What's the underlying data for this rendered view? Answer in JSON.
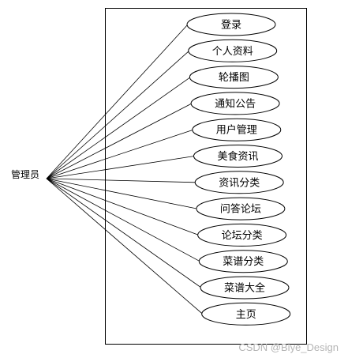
{
  "actor": {
    "label": "管理员"
  },
  "use_cases": [
    {
      "label": "登录"
    },
    {
      "label": "个人资料"
    },
    {
      "label": "轮播图"
    },
    {
      "label": "通知公告"
    },
    {
      "label": "用户管理"
    },
    {
      "label": "美食资讯"
    },
    {
      "label": "资讯分类"
    },
    {
      "label": "问答论坛"
    },
    {
      "label": "论坛分类"
    },
    {
      "label": "菜谱分类"
    },
    {
      "label": "菜谱大全"
    },
    {
      "label": "主页"
    }
  ],
  "watermark": "CSDN @Biye_Design"
}
